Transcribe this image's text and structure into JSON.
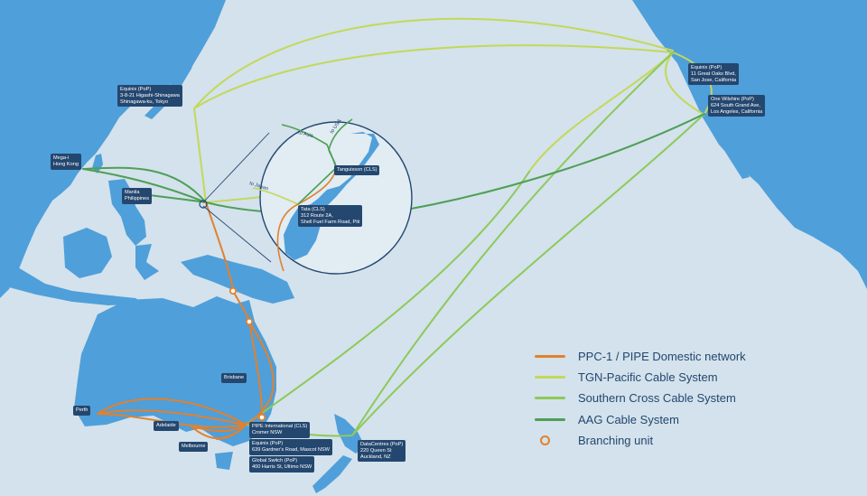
{
  "colors": {
    "ocean": "#d3e2ec",
    "land": "#4f9fda",
    "inset_fill": "#e1ecf3",
    "inset_stroke": "#24476f",
    "label_bg": "#24476f",
    "label_text": "#ffffff",
    "ppc1": "#e2812d",
    "tgn": "#c3d85a",
    "southern_cross": "#8ec95a",
    "aag": "#4e9f55",
    "branching": "#e2812d"
  },
  "legend": {
    "items": [
      {
        "label": "PPC-1 / PIPE Domestic network",
        "color": "#e2812d",
        "kind": "line"
      },
      {
        "label": "TGN-Pacific Cable System",
        "color": "#c3d85a",
        "kind": "line"
      },
      {
        "label": "Southern Cross Cable System",
        "color": "#8ec95a",
        "kind": "line"
      },
      {
        "label": "AAG Cable System",
        "color": "#4e9f55",
        "kind": "line"
      },
      {
        "label": "Branching unit",
        "color": "#e2812d",
        "kind": "ring"
      }
    ]
  },
  "locations": {
    "tokyo": {
      "lines": [
        "Equinix (PoP)",
        "3-8-21 Higashi-Shinagawa",
        "Shinagawa-ku, Tokyo"
      ]
    },
    "hongkong": {
      "lines": [
        "Mega-i",
        "Hong Kong"
      ]
    },
    "manila": {
      "lines": [
        "Manila",
        "Philippines"
      ]
    },
    "sanjose": {
      "lines": [
        "Equinix (PoP)",
        "11 Great Oaks Blvd,",
        "San Jose, California"
      ]
    },
    "losangeles": {
      "lines": [
        "One Wilshire (PoP)",
        "624 South Grand Ave,",
        "Los Angeles, California"
      ]
    },
    "tanguisson": {
      "lines": [
        "Tanguisson (CLS)"
      ]
    },
    "tata": {
      "lines": [
        "Tata (CLS)",
        "312 Route 2A,",
        "Shell Fuel Farm Road, Piti"
      ]
    },
    "brisbane": {
      "lines": [
        "Brisbane"
      ]
    },
    "perth": {
      "lines": [
        "Perth"
      ]
    },
    "adelaide": {
      "lines": [
        "Adelaide"
      ]
    },
    "melbourne": {
      "lines": [
        "Melbourne"
      ]
    },
    "cromer": {
      "lines": [
        "PIPE International (CLS)",
        "Cromer NSW"
      ]
    },
    "mascot": {
      "lines": [
        "Equinix (PoP)",
        "639 Gardner's Road, Mascot NSW"
      ]
    },
    "ultimo": {
      "lines": [
        "Global Switch (PoP)",
        "400 Harris St, Ultimo NSW"
      ]
    },
    "auckland": {
      "lines": [
        "DataCentres (PoP)",
        "220 Queen St",
        "Auckland, NZ"
      ]
    }
  },
  "inset": {
    "to_asia": "to Asia",
    "to_usa": "to USA",
    "to_japan": "to Japan"
  }
}
